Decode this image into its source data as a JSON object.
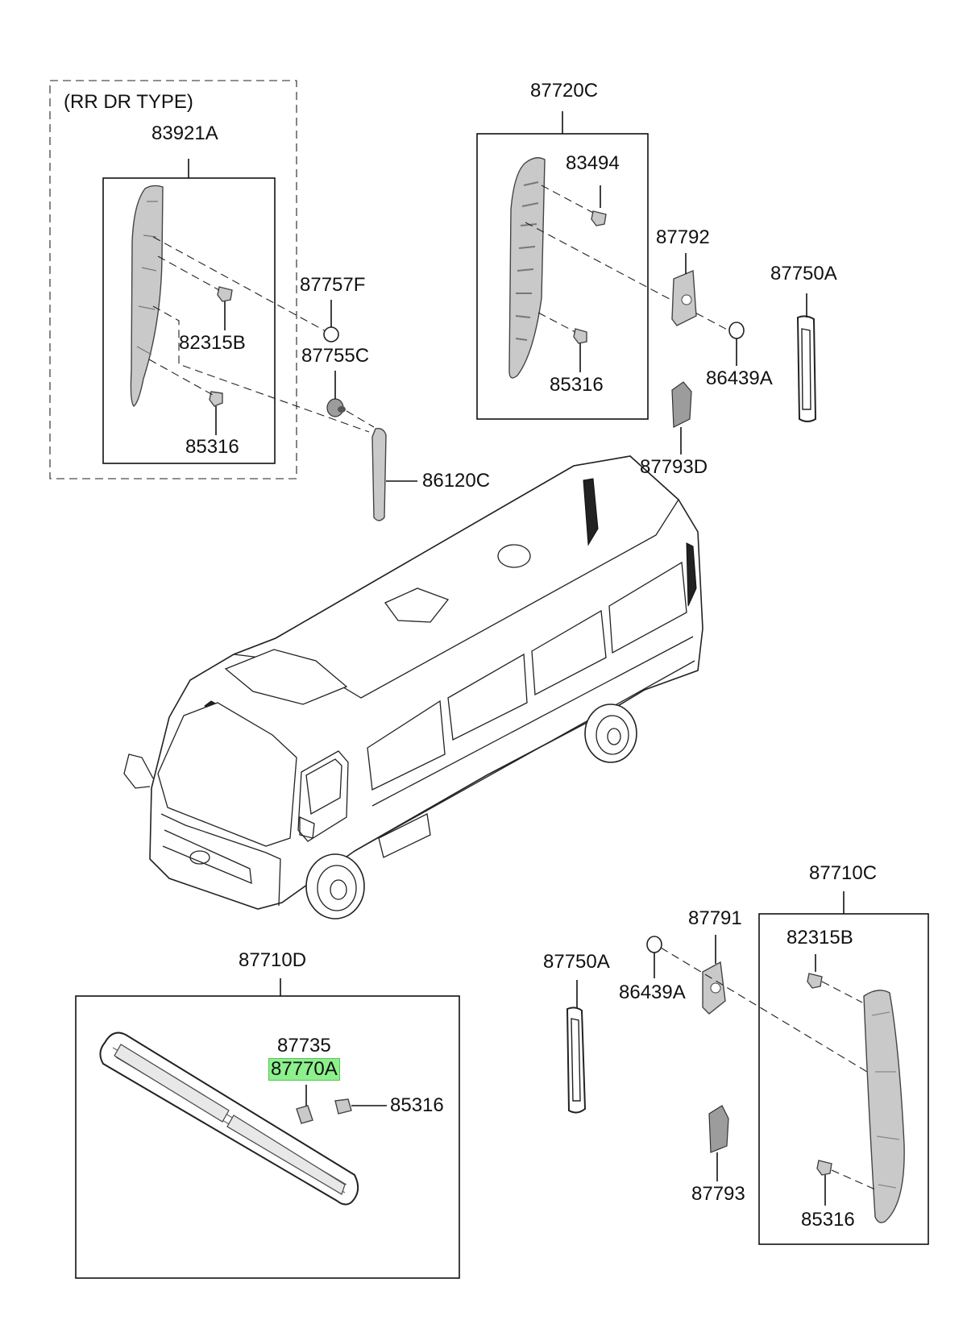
{
  "variant_label": "(RR DR TYPE)",
  "parts": {
    "p83921A": "83921A",
    "p82315B_left": "82315B",
    "p85316_left": "85316",
    "p87757F": "87757F",
    "p87755C": "87755C",
    "p86120C": "86120C",
    "p87720C": "87720C",
    "p83494": "83494",
    "p85316_top": "85316",
    "p87792": "87792",
    "p86439A_top": "86439A",
    "p87750A_top": "87750A",
    "p87793D": "87793D",
    "p87710D": "87710D",
    "p87735": "87735",
    "p87770A": "87770A",
    "p85316_bottom": "85316",
    "p87750A_bottom": "87750A",
    "p86439A_bottom": "86439A",
    "p87791": "87791",
    "p87793": "87793",
    "p87710C": "87710C",
    "p82315B_right": "82315B",
    "p85316_right": "85316"
  },
  "highlighted_part": "87770A",
  "colors": {
    "highlight": "#8df08d",
    "part_fill": "#c9c9c9",
    "line": "#111111"
  }
}
